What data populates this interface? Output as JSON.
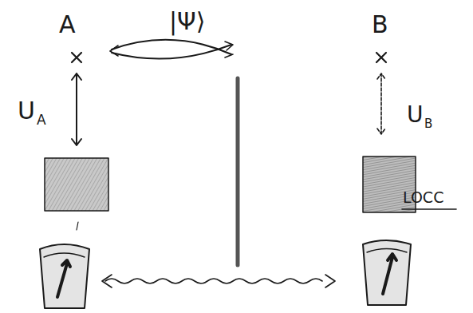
{
  "diagram": {
    "labels": [
      "A",
      "|Ψ⟩",
      "B",
      "U",
      "A",
      "U",
      "B",
      "LOCC"
    ]
  }
}
